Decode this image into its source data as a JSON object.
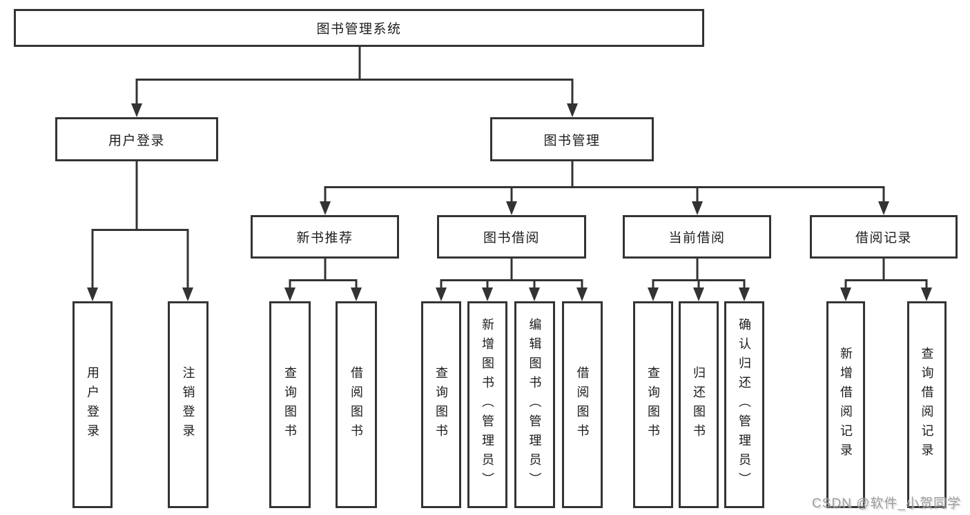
{
  "diagram": {
    "type": "tree",
    "root": {
      "label": "图书管理系统"
    },
    "level1": [
      {
        "id": "user-login",
        "label": "用户登录"
      },
      {
        "id": "book-management",
        "label": "图书管理"
      }
    ],
    "level2": [
      {
        "id": "new-book-recommend",
        "label": "新书推荐",
        "parent": "book-management"
      },
      {
        "id": "book-borrow",
        "label": "图书借阅",
        "parent": "book-management"
      },
      {
        "id": "current-borrow",
        "label": "当前借阅",
        "parent": "book-management"
      },
      {
        "id": "borrow-records",
        "label": "借阅记录",
        "parent": "book-management"
      }
    ],
    "leaves": {
      "user_login": [
        "用户登录",
        "注销登录"
      ],
      "new_book_recommend": [
        "查询图书",
        "借阅图书"
      ],
      "book_borrow": [
        "查询图书",
        "新增图书（管理员）",
        "编辑图书（管理员）",
        "借阅图书"
      ],
      "current_borrow": [
        "查询图书",
        "归还图书",
        "确认归还（管理员）"
      ],
      "borrow_records": [
        "新增借阅记录",
        "查询借阅记录"
      ]
    },
    "colors": {
      "line": "#333333",
      "text": "#1c1c1c",
      "box_border": "#333333",
      "box_fill": "#ffffff",
      "background": "#ffffff",
      "watermark": "#9c9c9c"
    }
  },
  "watermark": {
    "text": "CSDN @软件_小贺同学"
  }
}
